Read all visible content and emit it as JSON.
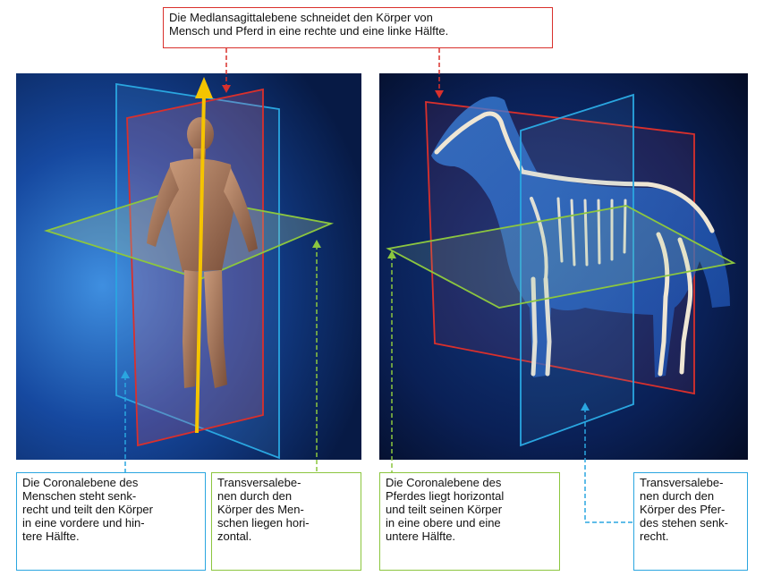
{
  "top_caption": {
    "text": "Die Medlansagittalebene schneidet den Körper von\nMensch und Pferd in eine rechte und eine linke Hälfte."
  },
  "captions": [
    {
      "id": "human-coronal",
      "text": "Die Coronalebene des\nMenschen steht senk-\nrecht und teilt den Körper\nin eine vordere und hin-\ntere Hälfte."
    },
    {
      "id": "human-transversal",
      "text": "Transversalebe-\nnen durch den\nKörper des Men-\nschen liegen hori-\nzontal."
    },
    {
      "id": "horse-coronal",
      "text": "Die Coronalebene des\nPferdes liegt horizontal\nund teilt seinen Körper\nin eine obere und eine\nuntere Hälfte."
    },
    {
      "id": "horse-transversal",
      "text": "Transversalebe-\nnen durch den\nKörper des Pfer-\ndes stehen senk-\nrecht."
    }
  ],
  "colors": {
    "median_plane": "#d9302c",
    "coronal_plane": "#2aa6e0",
    "transversal_plane": "#8cc63f",
    "axis_arrow": "#f5c400",
    "background_dark": "#06122e",
    "background_light": "#1d5fb5"
  }
}
